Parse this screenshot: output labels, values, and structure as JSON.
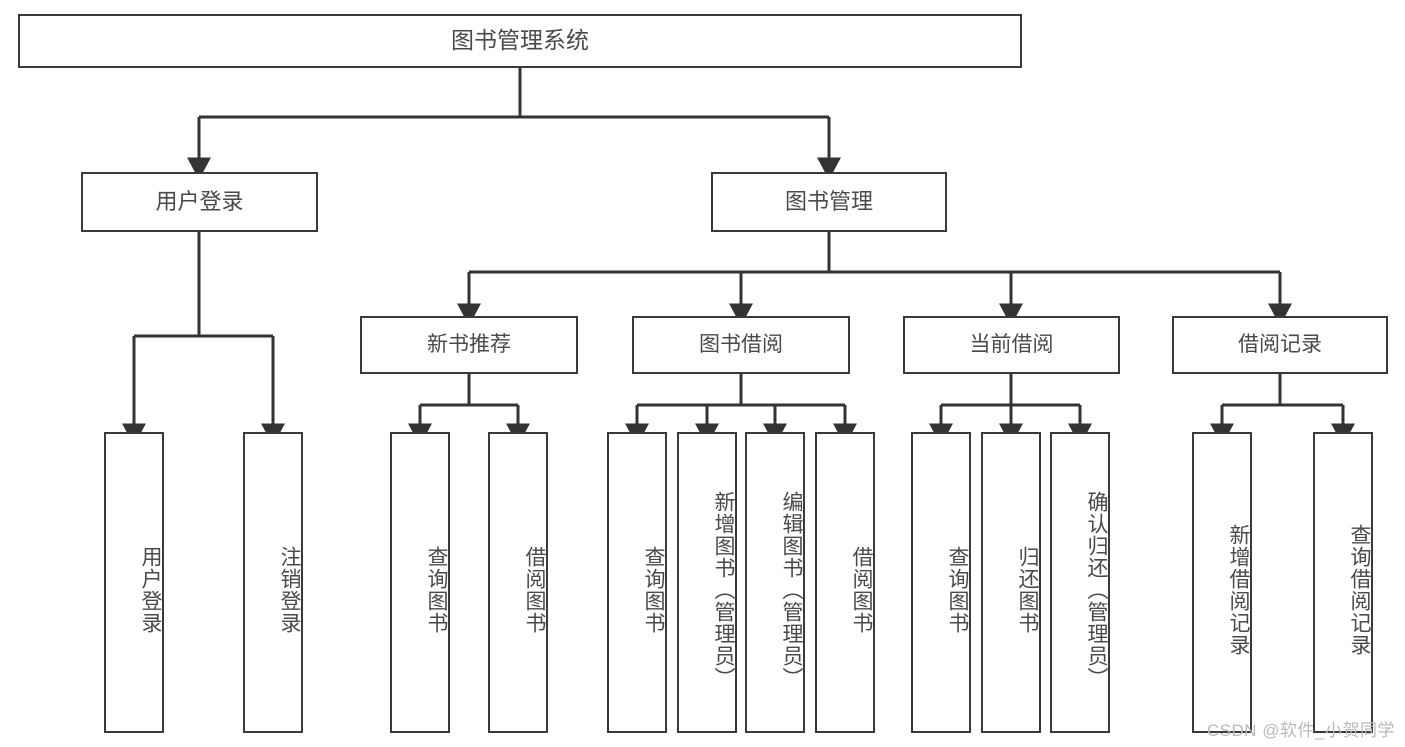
{
  "diagram": {
    "type": "tree",
    "title": "图书管理系统",
    "watermark": "CSDN @软件_小贺同学",
    "colors": {
      "box_border": "#3a3a3a",
      "box_fill": "#ffffff",
      "edge": "#333333",
      "text": "#4a4a4a",
      "watermark": "#b9b9b9",
      "background": "#ffffff"
    },
    "nodes": {
      "root": {
        "label": "图书管理系统"
      },
      "level2": [
        {
          "id": "user_login",
          "label": "用户登录"
        },
        {
          "id": "book_manage",
          "label": "图书管理"
        }
      ],
      "level3": [
        {
          "id": "new_book_rec",
          "label": "新书推荐"
        },
        {
          "id": "book_borrow",
          "label": "图书借阅"
        },
        {
          "id": "current_borrow",
          "label": "当前借阅"
        },
        {
          "id": "borrow_record",
          "label": "借阅记录"
        }
      ],
      "leaves": [
        {
          "id": "leaf_user_login",
          "label": "用户登录",
          "parent": "user_login"
        },
        {
          "id": "leaf_user_logout",
          "label": "注销登录",
          "parent": "user_login"
        },
        {
          "id": "leaf_query_book_1",
          "label": "查询图书",
          "parent": "new_book_rec"
        },
        {
          "id": "leaf_borrow_book_1",
          "label": "借阅图书",
          "parent": "new_book_rec"
        },
        {
          "id": "leaf_query_book_2",
          "label": "查询图书",
          "parent": "book_borrow"
        },
        {
          "id": "leaf_add_book",
          "label": "新增图书（管理员）",
          "parent": "book_borrow"
        },
        {
          "id": "leaf_edit_book",
          "label": "编辑图书（管理员）",
          "parent": "book_borrow"
        },
        {
          "id": "leaf_borrow_book_2",
          "label": "借阅图书",
          "parent": "book_borrow"
        },
        {
          "id": "leaf_query_book_3",
          "label": "查询图书",
          "parent": "current_borrow"
        },
        {
          "id": "leaf_return_book",
          "label": "归还图书",
          "parent": "current_borrow"
        },
        {
          "id": "leaf_confirm_return",
          "label": "确认归还（管理员）",
          "parent": "current_borrow"
        },
        {
          "id": "leaf_add_record",
          "label": "新增借阅记录",
          "parent": "borrow_record"
        },
        {
          "id": "leaf_query_record",
          "label": "查询借阅记录",
          "parent": "borrow_record"
        }
      ]
    }
  }
}
